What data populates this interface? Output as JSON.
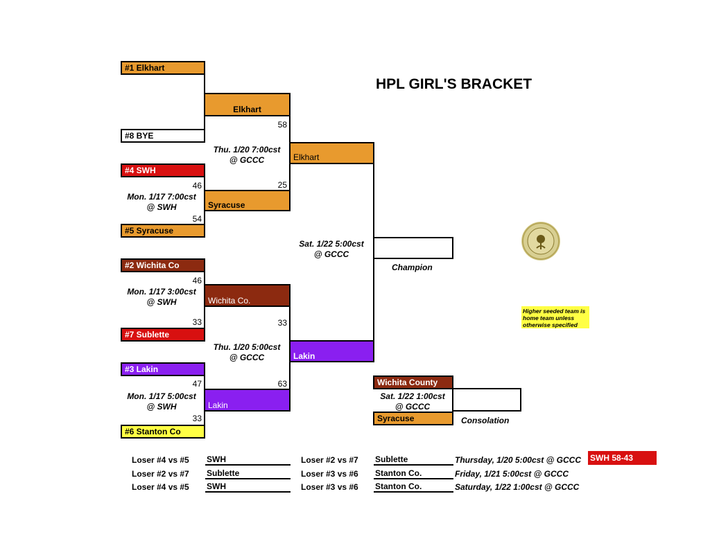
{
  "title": "HPL GIRL'S BRACKET",
  "colors": {
    "orange": "#e89a2e",
    "red": "#d81010",
    "maroon": "#8c2a10",
    "purple": "#8a1ff0",
    "yellow": "#ffff44",
    "white": "#ffffff"
  },
  "seeds": {
    "s1": "#1 Elkhart",
    "s8": "#8 BYE",
    "s4": "#4 SWH",
    "s5": "#5 Syracuse",
    "s2": "#2 Wichita Co",
    "s7": "#7 Sublette",
    "s3": "#3 Lakin",
    "s6": "#6 Stanton Co"
  },
  "round1": {
    "g45": {
      "top_score": "46",
      "bottom_score": "54",
      "date": "Mon. 1/17 7:00cst",
      "venue": "@ SWH"
    },
    "g27": {
      "top_score": "46",
      "bottom_score": "33",
      "date": "Mon. 1/17 3:00cst",
      "venue": "@ SWH"
    },
    "g36": {
      "top_score": "47",
      "bottom_score": "33",
      "date": "Mon. 1/17 5:00cst",
      "venue": "@ SWH"
    }
  },
  "semis": {
    "upper": {
      "top_team": "Elkhart",
      "bottom_team": "Syracuse",
      "top_score": "58",
      "bottom_score": "25",
      "date": "Thu. 1/20 7:00cst",
      "venue": "@ GCCC"
    },
    "lower": {
      "top_team": "Wichita Co.",
      "bottom_team": "Lakin",
      "top_score": "33",
      "bottom_score": "63",
      "date": "Thu. 1/20 5:00cst",
      "venue": "@ GCCC"
    }
  },
  "final": {
    "top_team": "Elkhart",
    "bottom_team": "Lakin",
    "date": "Sat. 1/22 5:00cst",
    "venue": "@ GCCC",
    "champion_label": "Champion",
    "champion": ""
  },
  "consolation": {
    "top_team": "Wichita County",
    "bottom_team": "Syracuse",
    "date": "Sat. 1/22 1:00cst",
    "venue": "@ GCCC",
    "label": "Consolation",
    "winner": ""
  },
  "note": "Higher seeded team is home team unless otherwise specified",
  "losers": [
    {
      "label": "Loser #4 vs #5",
      "team": "SWH"
    },
    {
      "label": "Loser #2 vs #7",
      "team": "Sublette"
    },
    {
      "label": "Loser #4 vs #5",
      "team": "SWH"
    }
  ],
  "losers2": [
    {
      "label": "Loser #2 vs #7",
      "team": "Sublette"
    },
    {
      "label": "Loser #3 vs #6",
      "team": "Stanton Co."
    },
    {
      "label": "Loser #3 vs #6",
      "team": "Stanton Co."
    }
  ],
  "schedule": [
    "Thursday, 1/20 5:00cst @ GCCC",
    "Friday, 1/21 5:00cst @ GCCC",
    "Saturday, 1/22 1:00cst @ GCCC"
  ],
  "result_badge": "SWH 58-43"
}
